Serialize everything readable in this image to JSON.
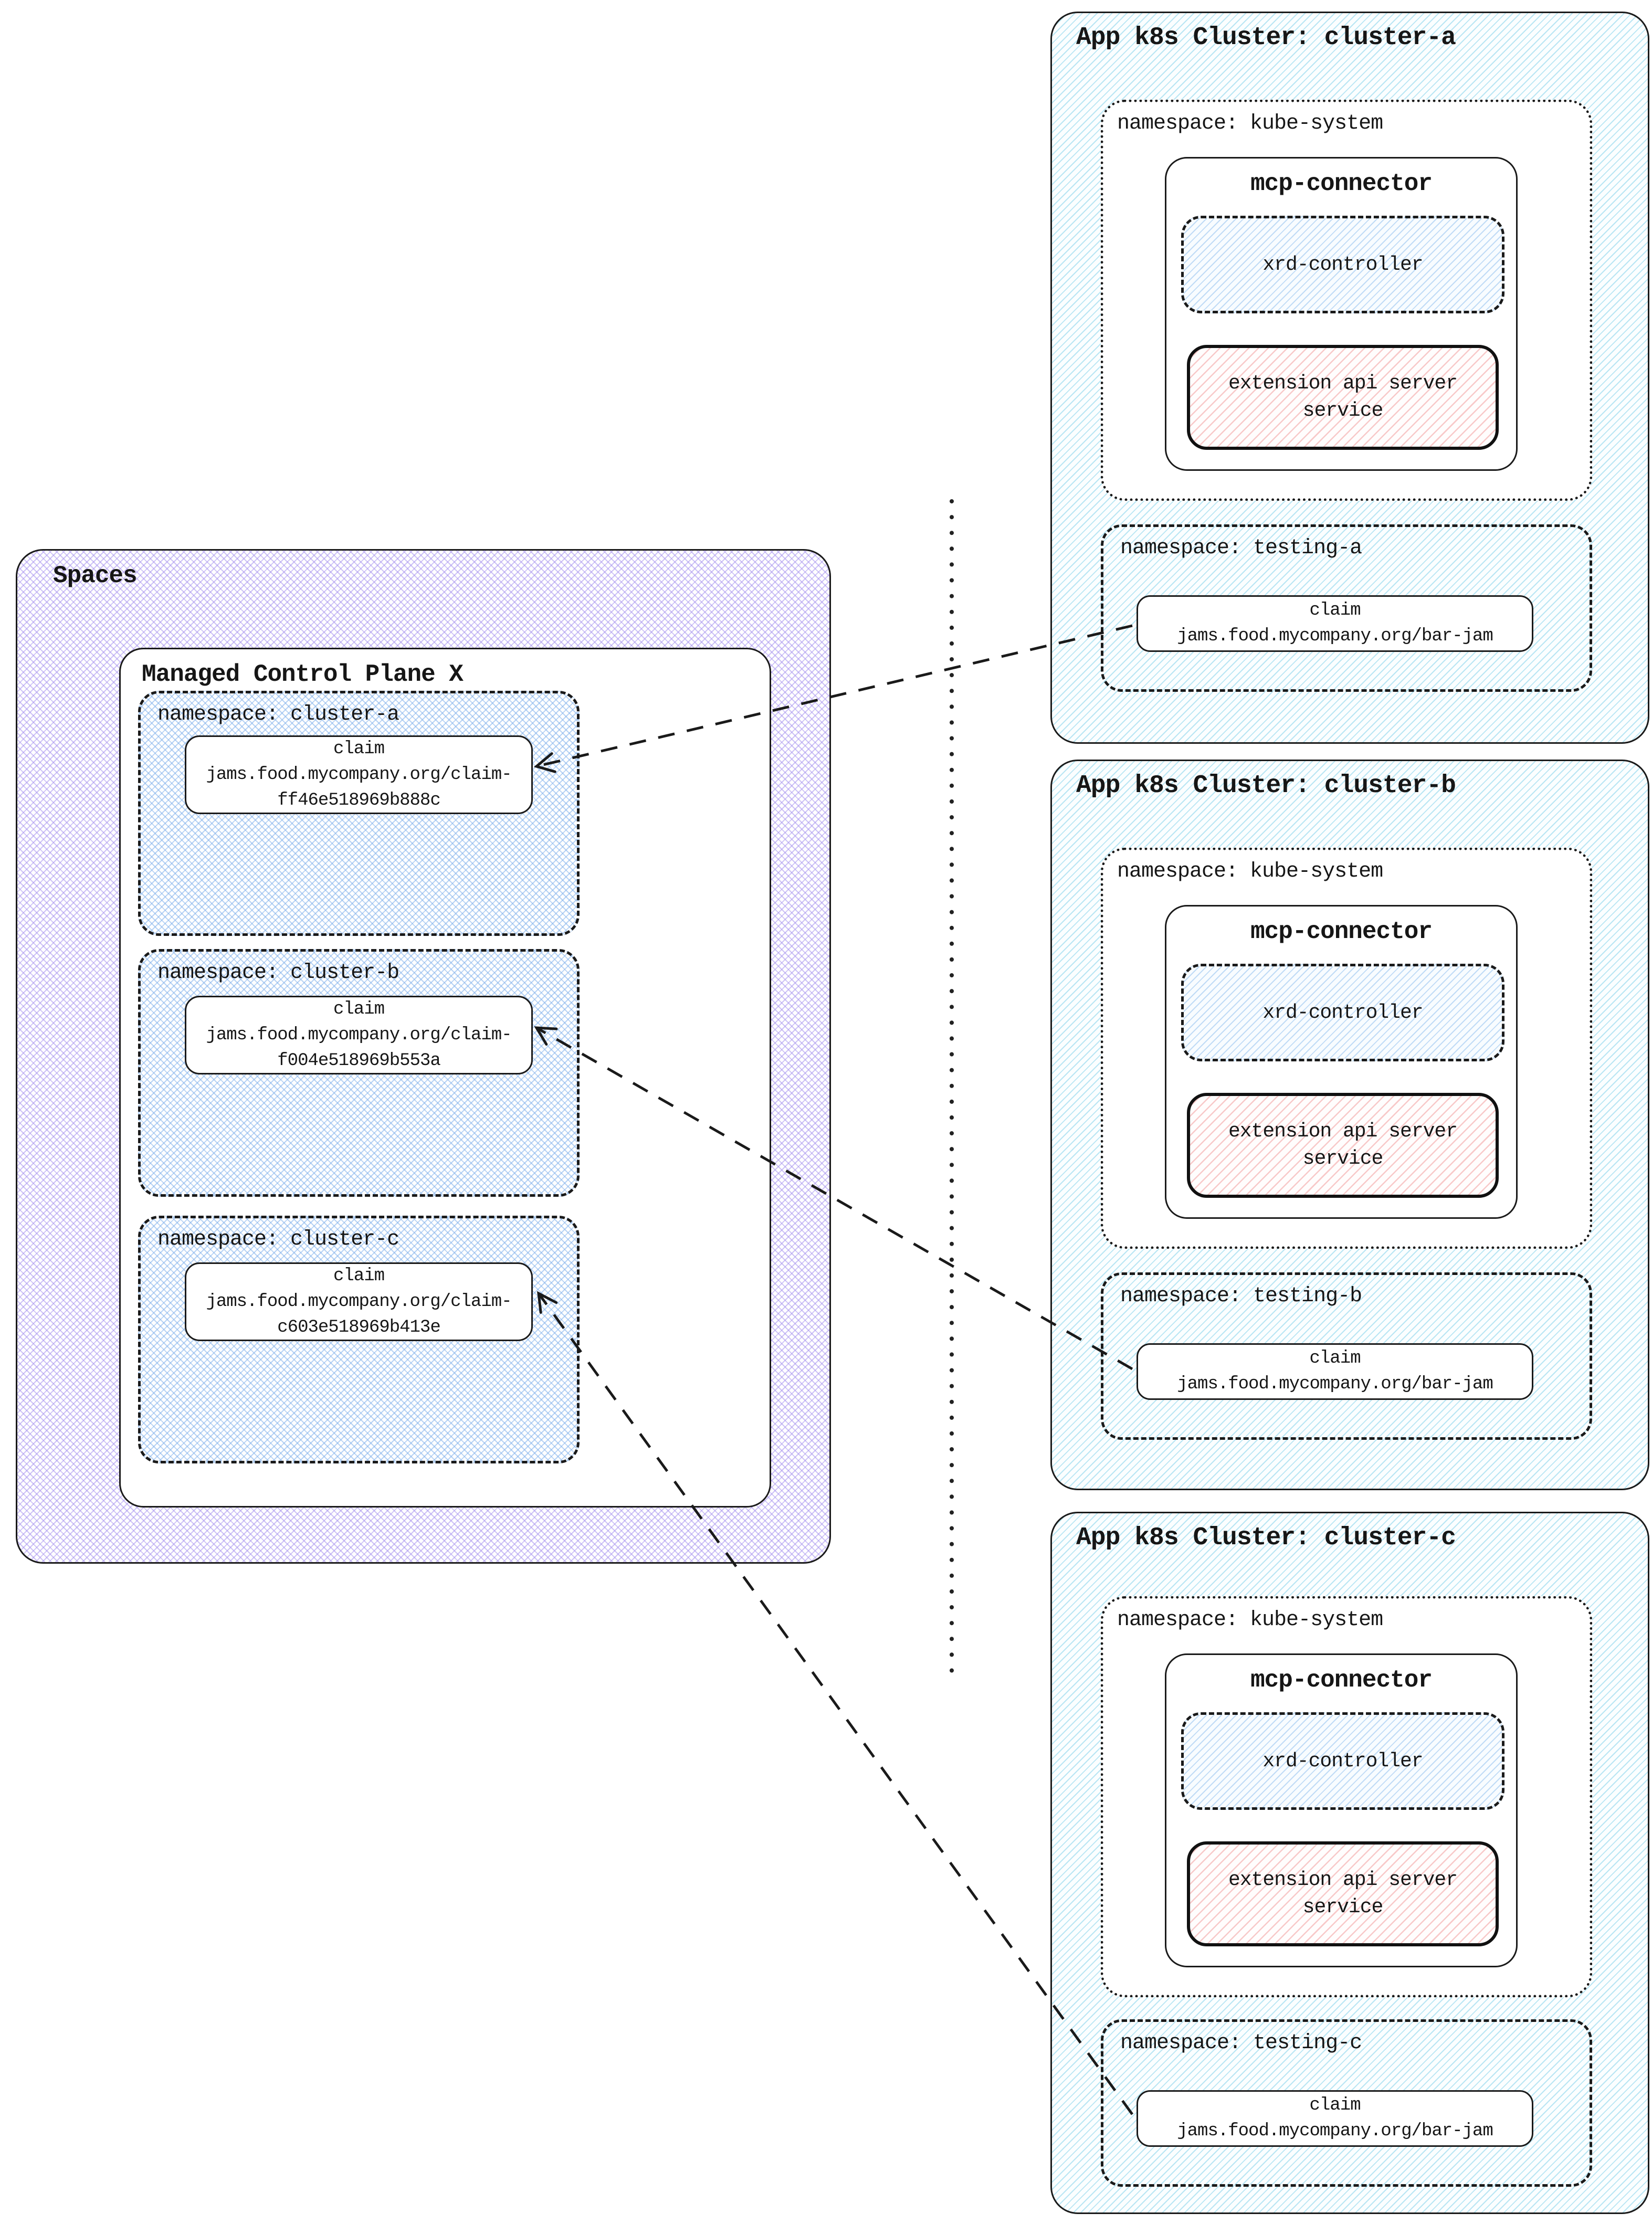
{
  "spaces": {
    "label": "Spaces",
    "mcp": {
      "label": "Managed Control Plane X",
      "namespaces": [
        {
          "label": "namespace: cluster-a",
          "claim_lines": [
            "claim",
            "jams.food.mycompany.org/claim-",
            "ff46e518969b888c"
          ]
        },
        {
          "label": "namespace: cluster-b",
          "claim_lines": [
            "claim",
            "jams.food.mycompany.org/claim-",
            "f004e518969b553a"
          ]
        },
        {
          "label": "namespace: cluster-c",
          "claim_lines": [
            "claim",
            "jams.food.mycompany.org/claim-",
            "c603e518969b413e"
          ]
        }
      ]
    }
  },
  "clusters": [
    {
      "title": "App k8s Cluster: cluster-a",
      "kube_system": {
        "label": "namespace: kube-system",
        "mcp_connector": {
          "label": "mcp-connector",
          "xrd_controller": "xrd-controller",
          "extension_lines": [
            "extension api server",
            "service"
          ]
        }
      },
      "testing": {
        "label": "namespace: testing-a",
        "claim_lines": [
          "claim",
          "jams.food.mycompany.org/bar-jam"
        ]
      }
    },
    {
      "title": "App k8s Cluster: cluster-b",
      "kube_system": {
        "label": "namespace: kube-system",
        "mcp_connector": {
          "label": "mcp-connector",
          "xrd_controller": "xrd-controller",
          "extension_lines": [
            "extension api server",
            "service"
          ]
        }
      },
      "testing": {
        "label": "namespace: testing-b",
        "claim_lines": [
          "claim",
          "jams.food.mycompany.org/bar-jam"
        ]
      }
    },
    {
      "title": "App k8s Cluster: cluster-c",
      "kube_system": {
        "label": "namespace: kube-system",
        "mcp_connector": {
          "label": "mcp-connector",
          "xrd_controller": "xrd-controller",
          "extension_lines": [
            "extension api server",
            "service"
          ]
        }
      },
      "testing": {
        "label": "namespace: testing-c",
        "claim_lines": [
          "claim",
          "jams.food.mycompany.org/bar-jam"
        ]
      }
    }
  ],
  "connections": [
    {
      "from": "cluster-a/testing-a/claim jams.food.mycompany.org/bar-jam",
      "to": "spaces/mcp-x/cluster-a/claim jams.food.mycompany.org/claim-ff46e518969b888c",
      "style": "dashed-open-arrow"
    },
    {
      "from": "cluster-b/testing-b/claim jams.food.mycompany.org/bar-jam",
      "to": "spaces/mcp-x/cluster-b/claim jams.food.mycompany.org/claim-f004e518969b553a",
      "style": "dashed-open-arrow"
    },
    {
      "from": "cluster-c/testing-c/claim jams.food.mycompany.org/bar-jam",
      "to": "spaces/mcp-x/cluster-c/claim jams.food.mycompany.org/claim-c603e518969b413e",
      "style": "dashed-open-arrow"
    }
  ],
  "colors": {
    "ink": "#1a1a1a",
    "purple_hatch": "#a692ee",
    "blue_hatch": "#7dafeb",
    "cyan_hatch": "#78cde8",
    "pink_hatch": "#f29696"
  }
}
